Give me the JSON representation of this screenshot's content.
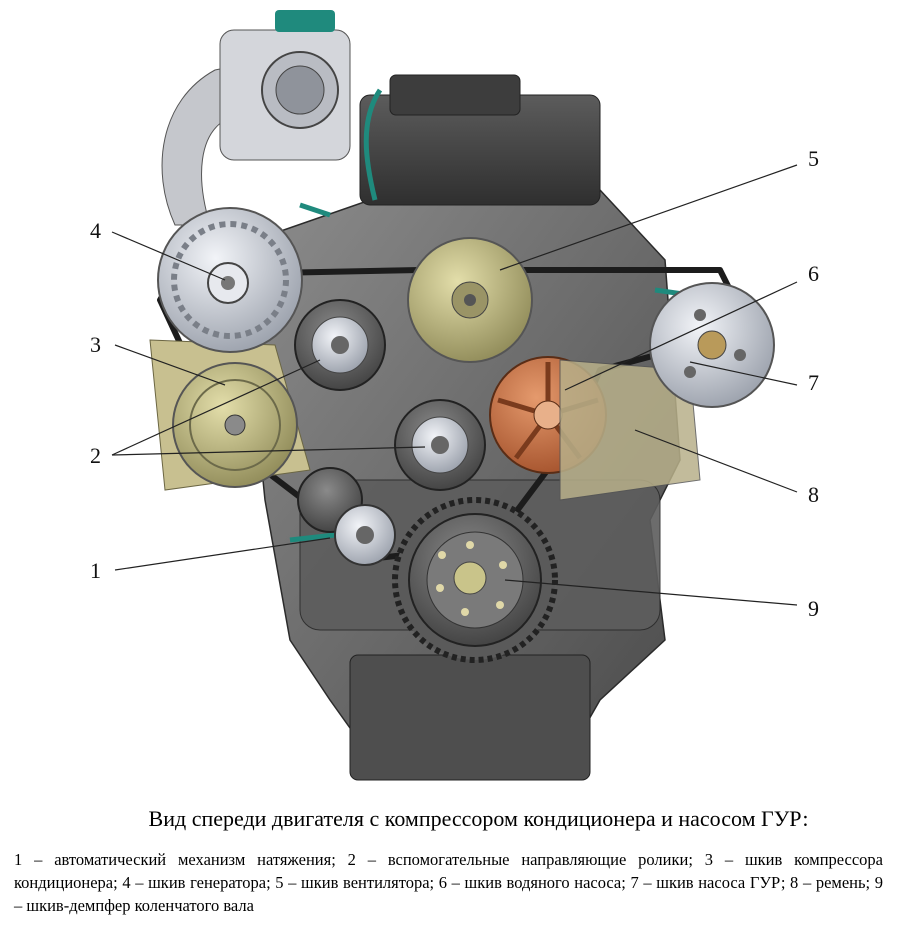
{
  "caption": {
    "title": "Вид спереди двигателя с компрессором кондиционера и насосом ГУР:",
    "legend": "1 – автоматический механизм натяжения; 2 – вспомогательные направляющие ролики; 3 – шкив компрессора кондиционера; 4 – шкив генератора; 5 – шкив вентилятора; 6 – шкив водяного насоса; 7 – шкив насоса ГУР; 8 – ремень; 9 – шкив-демпфер коленчатого вала"
  },
  "callouts": [
    {
      "id": "1",
      "label": "1"
    },
    {
      "id": "2",
      "label": "2"
    },
    {
      "id": "3",
      "label": "3"
    },
    {
      "id": "4",
      "label": "4"
    },
    {
      "id": "5",
      "label": "5"
    },
    {
      "id": "6",
      "label": "6"
    },
    {
      "id": "7",
      "label": "7"
    },
    {
      "id": "8",
      "label": "8"
    },
    {
      "id": "9",
      "label": "9"
    }
  ],
  "colors": {
    "block": "#6b6b6b",
    "block_dark": "#3d3d3d",
    "aluminum": "#cfd3dc",
    "fan_pulley": "#c9c48a",
    "water_pump": "#c8734a",
    "bracket": "#c8c090",
    "hose": "#1f8a7d",
    "line": "#222222"
  }
}
